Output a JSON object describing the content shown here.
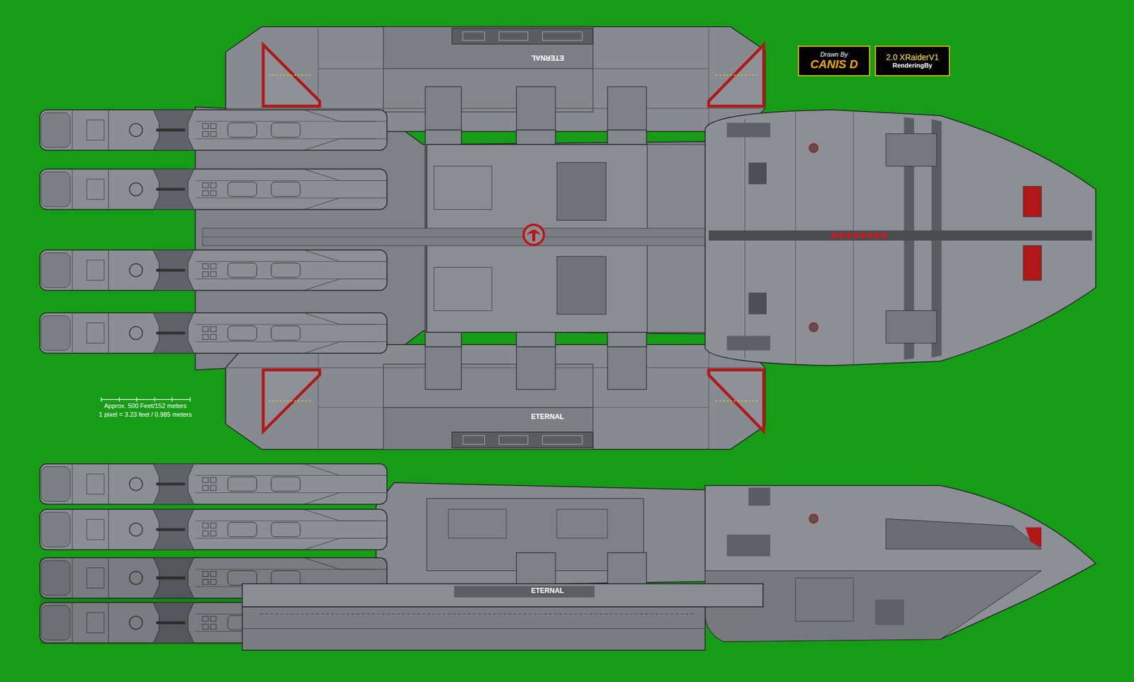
{
  "diagram": {
    "nodes": [
      {
        "text": [
          "Drawn By",
          "CANIS D"
        ]
      },
      {
        "text": [
          "2.0 XRaiderV1",
          "RenderingBy"
        ]
      }
    ],
    "labels": [
      "ETERNAL",
      "ETERNAL",
      "ETERNAL",
      "Approx. 500 Feet/152 meters",
      "1 pixel = 3.23 feet / 0.985 meters"
    ]
  }
}
